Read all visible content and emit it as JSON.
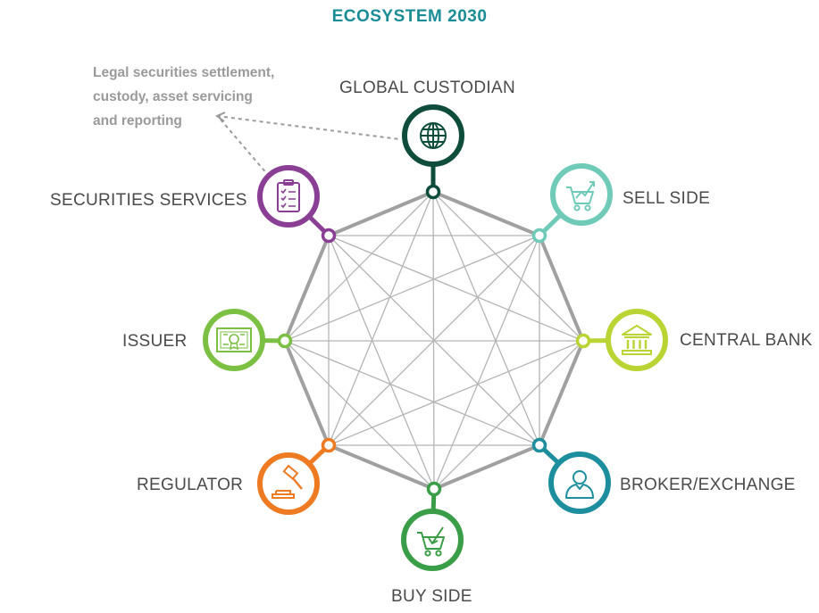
{
  "title": "ECOSYSTEM 2030",
  "annotation": {
    "lines": [
      "Legal securities settlement,",
      "custody, asset servicing",
      "and reporting"
    ]
  },
  "nodes": [
    {
      "id": "global-custodian",
      "label": "GLOBAL CUSTODIAN",
      "color": "#0e4d3c",
      "icon": "globe-icon"
    },
    {
      "id": "sell-side",
      "label": "SELL SIDE",
      "color": "#6fcab8",
      "icon": "cart-up-icon"
    },
    {
      "id": "central-bank",
      "label": "CENTRAL BANK",
      "color": "#b9d433",
      "icon": "bank-icon"
    },
    {
      "id": "broker-exchange",
      "label": "BROKER/EXCHANGE",
      "color": "#1c8e9d",
      "icon": "person-icon"
    },
    {
      "id": "buy-side",
      "label": "BUY SIDE",
      "color": "#3a9d47",
      "icon": "cart-down-icon"
    },
    {
      "id": "regulator",
      "label": "REGULATOR",
      "color": "#ee7a22",
      "icon": "gavel-icon"
    },
    {
      "id": "issuer",
      "label": "ISSUER",
      "color": "#7bc043",
      "icon": "certificate-icon"
    },
    {
      "id": "securities-services",
      "label": "SECURITIES SERVICES",
      "color": "#8a3f95",
      "icon": "clipboard-icon"
    }
  ],
  "colors": {
    "network_line": "#b4b4b4",
    "octagon": "#a0a0a0",
    "annotation_line": "#9a9a9a"
  }
}
